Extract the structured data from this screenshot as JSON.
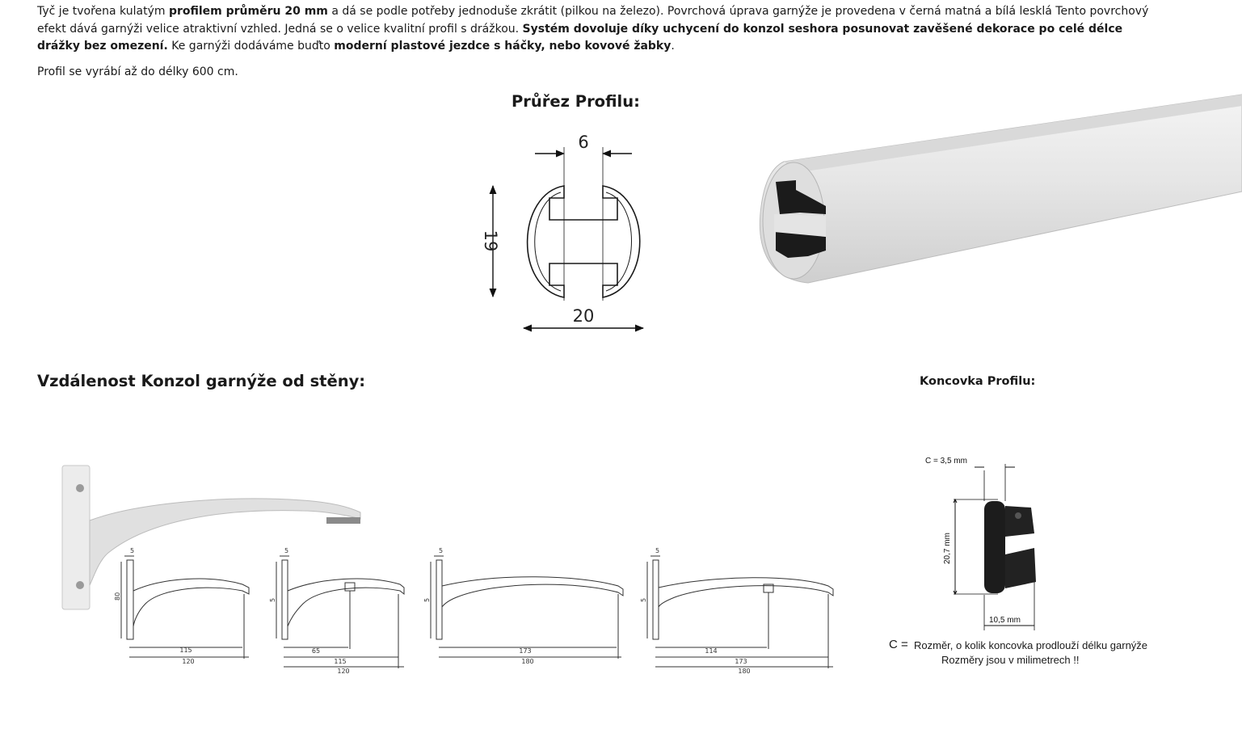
{
  "intro": {
    "p1": [
      {
        "t": "Tyč je tvořena kulatým ",
        "b": false
      },
      {
        "t": "profilem průměru 20 mm",
        "b": true
      },
      {
        "t": " a dá se podle potřeby jednoduše zkrátit (pilkou na železo). Povrchová úprava garnýže je provedena v černá matná a bílá lesklá Tento povrchový efekt dává garnýži velice atraktivní vzhled. Jedná se o velice kvalitní profil s drážkou. ",
        "b": false
      },
      {
        "t": "Systém dovoluje díky uchycení do konzol seshora posunovat zavěšené dekorace po celé délce drážky bez omezení.",
        "b": true
      },
      {
        "t": " Ke garnýži dodáváme buďto ",
        "b": false
      },
      {
        "t": "moderní plastové jezdce s háčky, nebo kovové žabky",
        "b": true
      },
      {
        "t": ".",
        "b": false
      }
    ],
    "p2": "Profil se vyrábí až do délky 600 cm."
  },
  "section_profile": {
    "title": "Průřez Profilu:",
    "dim_top": "6",
    "dim_side": "19",
    "dim_bottom": "20"
  },
  "section_brackets": {
    "title": "Vzdálenost Konzol garnýže od stěny:",
    "drawings": [
      {
        "s": "5",
        "h": "80",
        "dims": [
          "115",
          "120"
        ]
      },
      {
        "s": "5",
        "h": "5",
        "dims": [
          "65",
          "115",
          "120"
        ]
      },
      {
        "s": "5",
        "h": "5",
        "dims": [
          "173",
          "180"
        ]
      },
      {
        "s": "5",
        "h": "5",
        "dims": [
          "114",
          "173",
          "180"
        ]
      }
    ]
  },
  "section_endcap": {
    "title": "Koncovka Profilu:",
    "dim_c": "C = 3,5 mm",
    "dim_h": "20,7 mm",
    "dim_w": "10,5 mm",
    "note_prefix": "C =",
    "note_line1": "Rozměr, o kolik koncovka prodlouží délku garnýže",
    "note_line2": "Rozměry jsou v milimetrech !!"
  },
  "colors": {
    "text": "#1a1a1a",
    "drawing": "#222222",
    "profile_white": "#e9e9e9",
    "endcap_black": "#1c1c1c"
  }
}
